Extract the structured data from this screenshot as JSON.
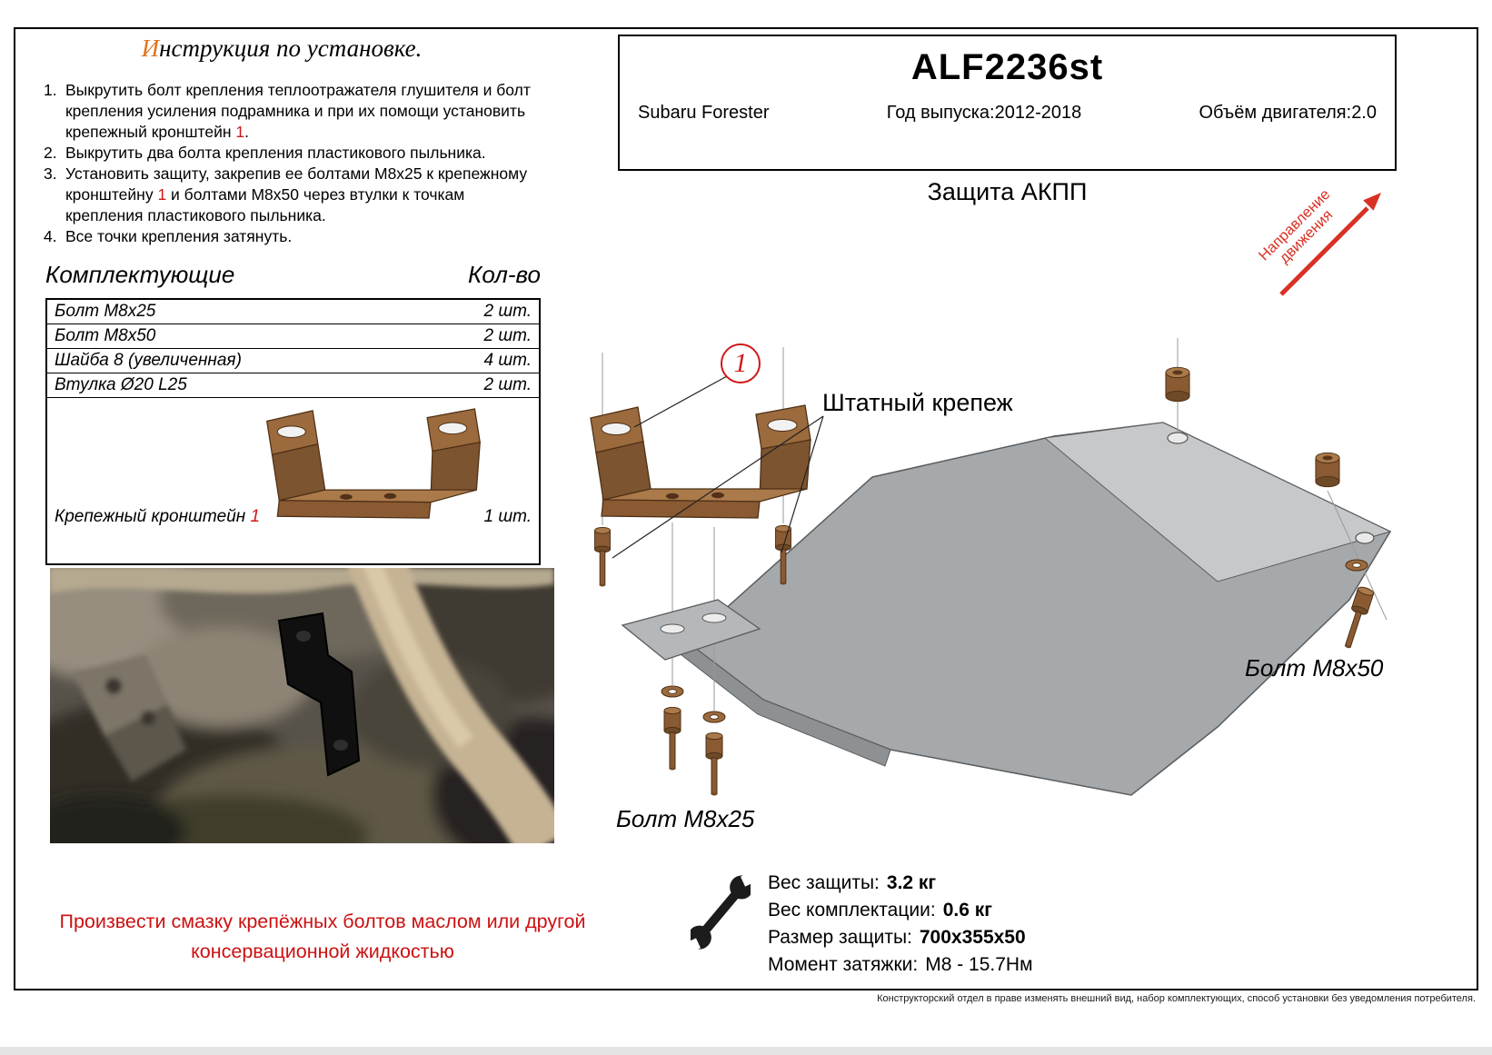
{
  "title": {
    "accent": "И",
    "rest": "нструкция по установке."
  },
  "instructions": {
    "steps": [
      {
        "num": "1.",
        "pre": "Выкрутить болт крепления теплоотражателя глушителя и болт крепления усиления подрамника и при их помощи установить крепежный кронштейн ",
        "red": "1",
        "post": "."
      },
      {
        "num": "2.",
        "pre": "Выкрутить два болта крепления пластикового пыльника.",
        "red": "",
        "post": ""
      },
      {
        "num": "3.",
        "pre": "Установить защиту, закрепив ее болтами М8х25 к крепежному кронштейну ",
        "red": "1",
        "post": " и болтами М8х50 через втулки к точкам крепления пластикового пыльника."
      },
      {
        "num": "4.",
        "pre": "Все точки крепления затянуть.",
        "red": "",
        "post": ""
      }
    ]
  },
  "parts": {
    "header_name": "Комплектующие",
    "header_qty": "Кол-во",
    "rows": [
      {
        "name": "Болт М8х25",
        "qty": "2 шт."
      },
      {
        "name": "Болт М8х50",
        "qty": "2 шт."
      },
      {
        "name": "Шайба 8 (увеличенная)",
        "qty": "4 шт."
      },
      {
        "name": "Втулка Ø20 L25",
        "qty": "2 шт."
      }
    ],
    "bracket": {
      "name_pre": "Крепежный кронштейн ",
      "name_red": "1",
      "qty": "1 шт."
    }
  },
  "header_box": {
    "part_number": "ALF2236st",
    "car": "Subaru Forester",
    "years": "Год выпуска:2012-2018",
    "engine": "Объём двигателя:2.0"
  },
  "product": {
    "title": "Защита АКПП"
  },
  "direction": {
    "line1": "Направление",
    "line2": "движения"
  },
  "drawing": {
    "callout": "1",
    "stock_fastener": "Штатный крепеж",
    "bolt_m8x25": "Болт М8х25",
    "bolt_m8x50": "Болт М8х50"
  },
  "note": {
    "line1": "Произвести смазку крепёжных болтов маслом или другой",
    "line2": "консервационной жидкостью"
  },
  "specs": {
    "rows": [
      {
        "label": "Вес защиты:",
        "value": "3.2 кг"
      },
      {
        "label": "Вес комплектации:",
        "value": "0.6 кг"
      },
      {
        "label": "Размер защиты:",
        "value": "700х355х50"
      },
      {
        "label": "Момент затяжки:",
        "value": "М8 - 15.7Нм"
      }
    ]
  },
  "footer": {
    "disclaimer": "Конструкторский отдел в праве изменять внешний вид, набор комплектующих, способ установки без уведомления потребителя."
  }
}
